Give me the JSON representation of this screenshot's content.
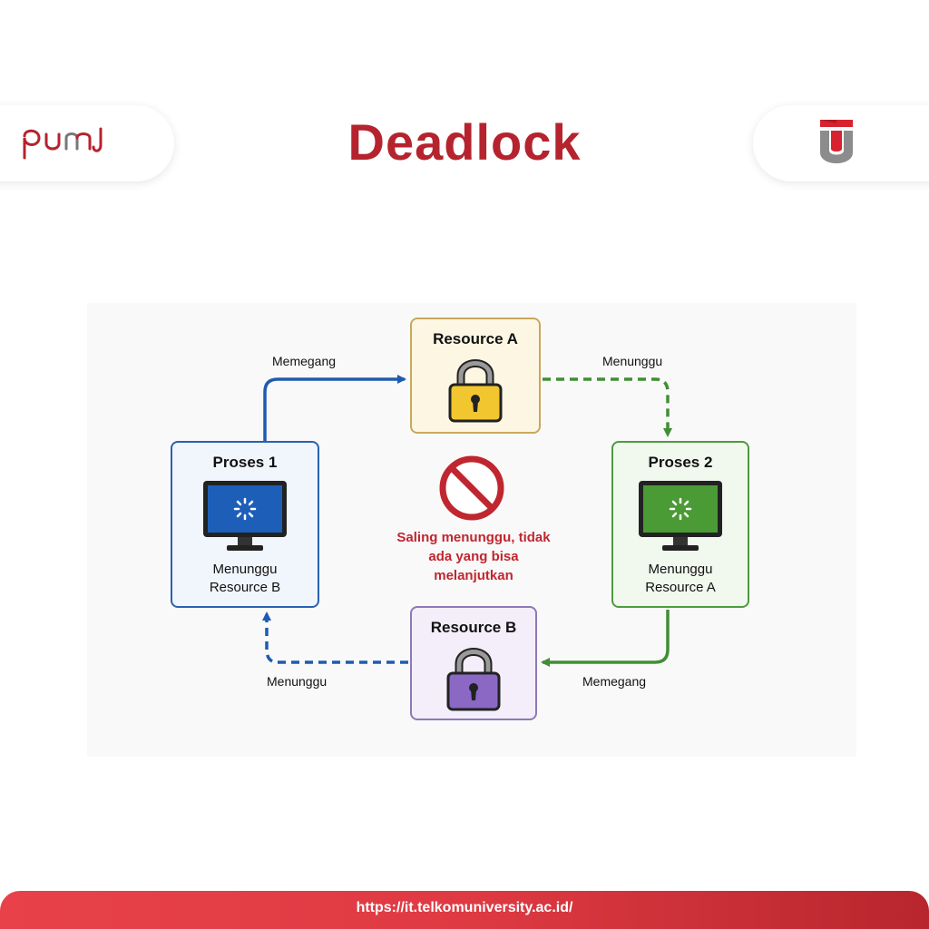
{
  "header": {
    "title": "Deadlock"
  },
  "diagram": {
    "resource_a": {
      "title": "Resource A",
      "icon": "lock-icon",
      "color": "#f2c62e"
    },
    "resource_b": {
      "title": "Resource B",
      "icon": "lock-icon",
      "color": "#8a68c4"
    },
    "process_1": {
      "title": "Proses 1",
      "status": "Menunggu Resource B",
      "icon": "monitor-icon",
      "color": "#2a61b0"
    },
    "process_2": {
      "title": "Proses 2",
      "status": "Menunggu Resource A",
      "icon": "monitor-icon",
      "color": "#4f9a3f"
    },
    "edges": {
      "p1_holds_a": "Memegang",
      "p2_waits_a": "Menunggu",
      "p1_waits_b": "Menunggu",
      "p2_holds_b": "Memegang"
    },
    "center_message": "Saling menunggu, tidak ada yang bisa melanjutkan"
  },
  "footer": {
    "url": "https://it.telkomuniversity.ac.id/"
  },
  "colors": {
    "brand_red": "#b5232e",
    "footer_red": "#e8414a",
    "message_red": "#c0262f"
  }
}
